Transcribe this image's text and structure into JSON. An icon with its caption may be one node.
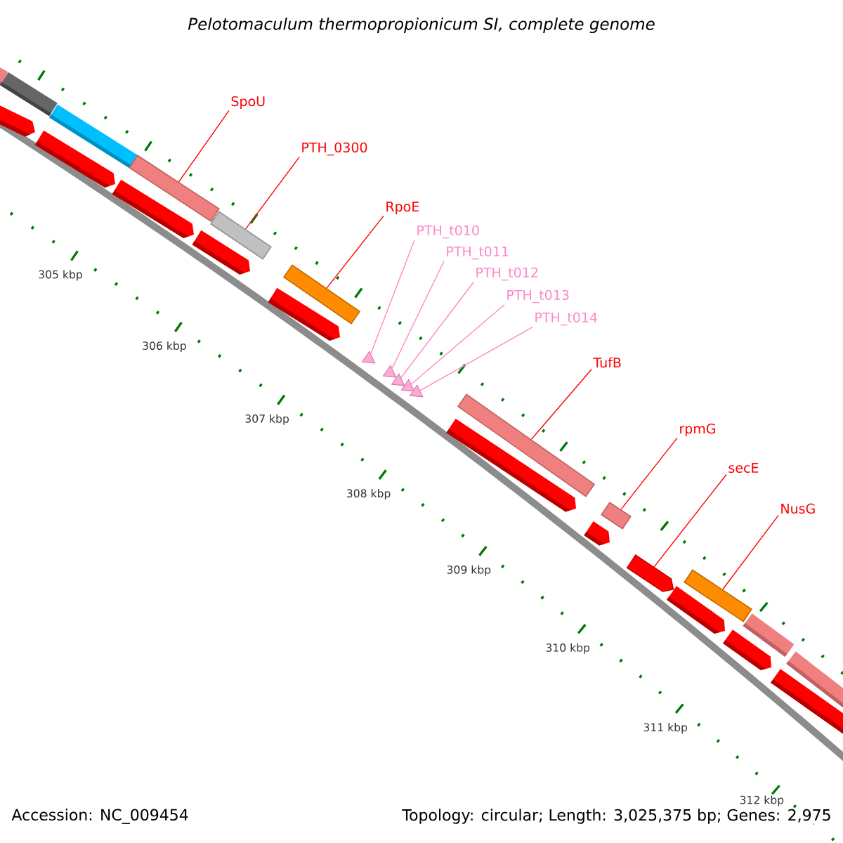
{
  "diagram": {
    "title": "Pelotomaculum thermopropionicum SI, complete genome",
    "nodes": [
      {
        "text": [
          "SpoU"
        ]
      },
      {
        "text": [
          "PTH_0300"
        ]
      },
      {
        "text": [
          "RpoE"
        ]
      },
      {
        "text": [
          "PTH_t010"
        ]
      },
      {
        "text": [
          "PTH_t011"
        ]
      },
      {
        "text": [
          "PTH_t012"
        ]
      },
      {
        "text": [
          "PTH_t013"
        ]
      },
      {
        "text": [
          "PTH_t014"
        ]
      },
      {
        "text": [
          "TufB"
        ]
      },
      {
        "text": [
          "rpmG"
        ]
      },
      {
        "text": [
          "secE"
        ]
      },
      {
        "text": [
          "NusG"
        ]
      },
      {
        "text": [],
        "shape": "bar"
      },
      {
        "text": [],
        "shape": "bar"
      },
      {
        "text": [],
        "shape": "bar"
      },
      {
        "text": [],
        "shape": "triangle"
      },
      {
        "text": [],
        "shape": "triangle"
      },
      {
        "text": [],
        "shape": "triangle"
      },
      {
        "text": [],
        "shape": "triangle"
      },
      {
        "text": [],
        "shape": "triangle"
      },
      {
        "text": [],
        "shape": "bar"
      },
      {
        "text": [],
        "shape": "bar"
      },
      {
        "text": [],
        "shape": "arrow"
      },
      {
        "text": [],
        "shape": "bar"
      }
    ],
    "edges": [
      {
        "from": 0,
        "to": 12,
        "arrow": "none"
      },
      {
        "from": 1,
        "to": 13,
        "arrow": "none"
      },
      {
        "from": 2,
        "to": 14,
        "arrow": "none"
      },
      {
        "from": 3,
        "to": 15,
        "arrow": "none",
        "color": "#ff88c8"
      },
      {
        "from": 4,
        "to": 16,
        "arrow": "none",
        "color": "#ff88c8"
      },
      {
        "from": 5,
        "to": 17,
        "arrow": "none",
        "color": "#ff88c8"
      },
      {
        "from": 6,
        "to": 18,
        "arrow": "none",
        "color": "#ff88c8"
      },
      {
        "from": 7,
        "to": 19,
        "arrow": "none",
        "color": "#ff88c8"
      },
      {
        "from": 8,
        "to": 20,
        "arrow": "none"
      },
      {
        "from": 9,
        "to": 21,
        "arrow": "none"
      },
      {
        "from": 10,
        "to": 22,
        "arrow": "none"
      },
      {
        "from": 11,
        "to": 23,
        "arrow": "none"
      }
    ],
    "labels": [
      "305 kbp",
      "306 kbp",
      "307 kbp",
      "308 kbp",
      "309 kbp",
      "310 kbp",
      "311 kbp",
      "312 kbp",
      "Accession: NC_009454",
      "Topology: circular; Length: 3,025,375 bp; Genes: 2,975"
    ]
  }
}
